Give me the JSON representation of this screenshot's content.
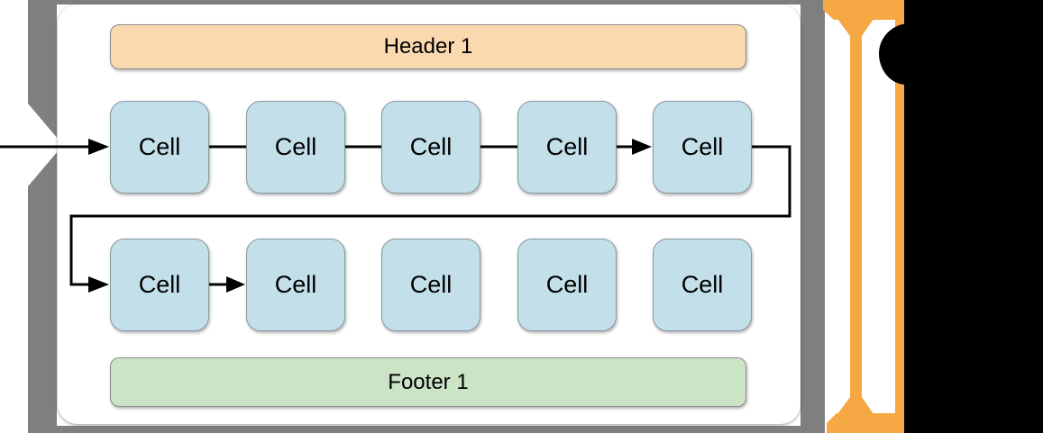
{
  "figure": {
    "title": "collection-view-flow-layout-diagram",
    "header": {
      "label": "Header 1",
      "fill": "#FBD9AE",
      "border": "#8C8C8C"
    },
    "footer": {
      "label": "Footer 1",
      "fill": "#CBE4C6",
      "border": "#8C8C8C"
    },
    "rows": [
      {
        "cells": [
          "Cell",
          "Cell",
          "Cell",
          "Cell",
          "Cell"
        ]
      },
      {
        "cells": [
          "Cell",
          "Cell",
          "Cell",
          "Cell",
          "Cell"
        ]
      }
    ],
    "cell_style": {
      "fill": "#C3DFE9",
      "border": "#86989F"
    },
    "colors": {
      "viewport_frame_gray": "#7F7F7F",
      "scroll_indicator_orange": "#F5A843",
      "flow_arrow_black": "#000000",
      "right_panel_black": "#000000",
      "background_white": "#FFFFFF"
    },
    "annotations": {
      "flow_direction": "left-to-right, wrapping to next row",
      "scroll_direction": "vertical"
    }
  }
}
